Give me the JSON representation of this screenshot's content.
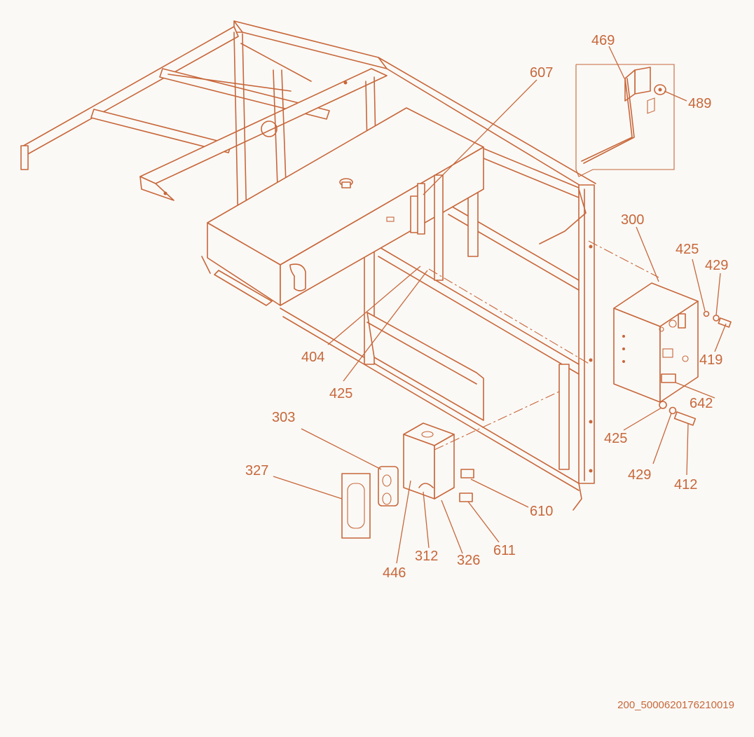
{
  "callouts": [
    {
      "id": "469",
      "text": "469"
    },
    {
      "id": "489",
      "text": "489"
    },
    {
      "id": "607",
      "text": "607"
    },
    {
      "id": "300",
      "text": "300"
    },
    {
      "id": "425a",
      "text": "425"
    },
    {
      "id": "429a",
      "text": "429"
    },
    {
      "id": "419",
      "text": "419"
    },
    {
      "id": "642",
      "text": "642"
    },
    {
      "id": "425b",
      "text": "425"
    },
    {
      "id": "429b",
      "text": "429"
    },
    {
      "id": "412",
      "text": "412"
    },
    {
      "id": "404",
      "text": "404"
    },
    {
      "id": "425c",
      "text": "425"
    },
    {
      "id": "303",
      "text": "303"
    },
    {
      "id": "327",
      "text": "327"
    },
    {
      "id": "610",
      "text": "610"
    },
    {
      "id": "611",
      "text": "611"
    },
    {
      "id": "312",
      "text": "312"
    },
    {
      "id": "326",
      "text": "326"
    },
    {
      "id": "446",
      "text": "446"
    }
  ],
  "drawing_number": "200_5000620176210019"
}
